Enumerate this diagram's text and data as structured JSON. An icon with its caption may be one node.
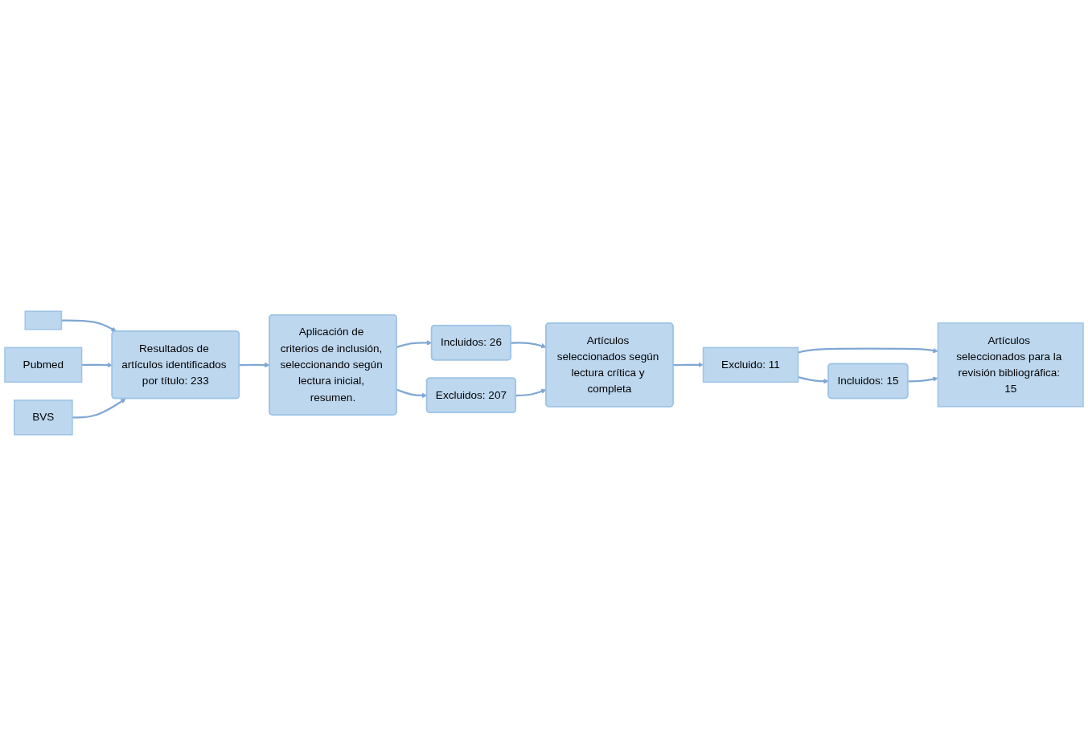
{
  "diagram": {
    "nodes": [
      {
        "text": [],
        "shape": "box"
      },
      {
        "text": [
          "Pubmed"
        ]
      },
      {
        "text": [
          "BVS"
        ]
      },
      {
        "text": [
          "Resultados de artículos identificados por título: 233"
        ]
      },
      {
        "text": [
          "Aplicación de criterios de inclusión, seleccionando según lectura inicial, resumen."
        ]
      },
      {
        "text": [
          "Incluidos: 26"
        ]
      },
      {
        "text": [
          "Excluidos: 207"
        ]
      },
      {
        "text": [
          "Artículos seleccionados según lectura crítica y completa"
        ]
      },
      {
        "text": [
          "Excluido: 11"
        ]
      },
      {
        "text": [
          "Incluidos: 15"
        ]
      },
      {
        "text": [
          "Artículos seleccionados para la revisión bibliográfica: 15"
        ]
      }
    ],
    "edges": [
      {
        "from": 0,
        "to": 3,
        "arrow": "to"
      },
      {
        "from": 1,
        "to": 3,
        "arrow": "to"
      },
      {
        "from": 2,
        "to": 3,
        "arrow": "to"
      },
      {
        "from": 3,
        "to": 4,
        "arrow": "to"
      },
      {
        "from": 4,
        "to": 5,
        "arrow": "to"
      },
      {
        "from": 4,
        "to": 6,
        "arrow": "to"
      },
      {
        "from": 5,
        "to": 7,
        "arrow": "to"
      },
      {
        "from": 6,
        "to": 7,
        "arrow": "to"
      },
      {
        "from": 7,
        "to": 8,
        "arrow": "to"
      },
      {
        "from": 8,
        "to": 9,
        "arrow": "to"
      },
      {
        "from": 8,
        "to": 10,
        "arrow": "to"
      },
      {
        "from": 9,
        "to": 10,
        "arrow": "to"
      }
    ]
  }
}
